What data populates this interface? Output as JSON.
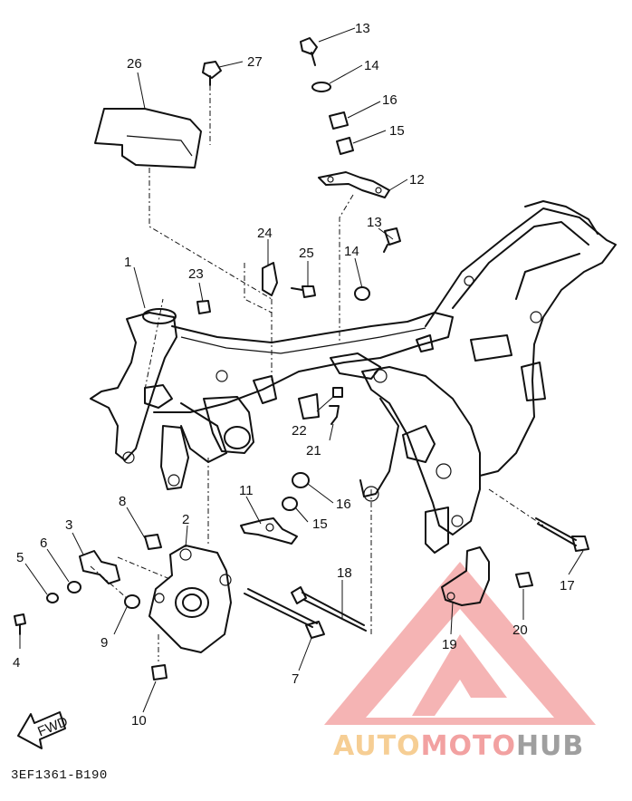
{
  "diagram_code": "3EF1361-B190",
  "direction_label": "FWD",
  "callouts": [
    {
      "id": "c1",
      "text": "1"
    },
    {
      "id": "c2",
      "text": "2"
    },
    {
      "id": "c3",
      "text": "3"
    },
    {
      "id": "c4",
      "text": "4"
    },
    {
      "id": "c5",
      "text": "5"
    },
    {
      "id": "c6",
      "text": "6"
    },
    {
      "id": "c7",
      "text": "7"
    },
    {
      "id": "c8",
      "text": "8"
    },
    {
      "id": "c9",
      "text": "9"
    },
    {
      "id": "c10",
      "text": "10"
    },
    {
      "id": "c11",
      "text": "11"
    },
    {
      "id": "c12",
      "text": "12"
    },
    {
      "id": "c13a",
      "text": "13"
    },
    {
      "id": "c13b",
      "text": "13"
    },
    {
      "id": "c14a",
      "text": "14"
    },
    {
      "id": "c14b",
      "text": "14"
    },
    {
      "id": "c15a",
      "text": "15"
    },
    {
      "id": "c15b",
      "text": "15"
    },
    {
      "id": "c16a",
      "text": "16"
    },
    {
      "id": "c16b",
      "text": "16"
    },
    {
      "id": "c17",
      "text": "17"
    },
    {
      "id": "c18",
      "text": "18"
    },
    {
      "id": "c19",
      "text": "19"
    },
    {
      "id": "c20",
      "text": "20"
    },
    {
      "id": "c21",
      "text": "21"
    },
    {
      "id": "c22",
      "text": "22"
    },
    {
      "id": "c23",
      "text": "23"
    },
    {
      "id": "c24",
      "text": "24"
    },
    {
      "id": "c25",
      "text": "25"
    },
    {
      "id": "c26",
      "text": "26"
    },
    {
      "id": "c27",
      "text": "27"
    }
  ],
  "watermark": {
    "logo_text": "AUTOMOTOHUB",
    "colors": {
      "triangle": "#f08a8a",
      "auto": "#f5c27a",
      "moto": "#f08a8a",
      "hub": "#888888"
    }
  }
}
